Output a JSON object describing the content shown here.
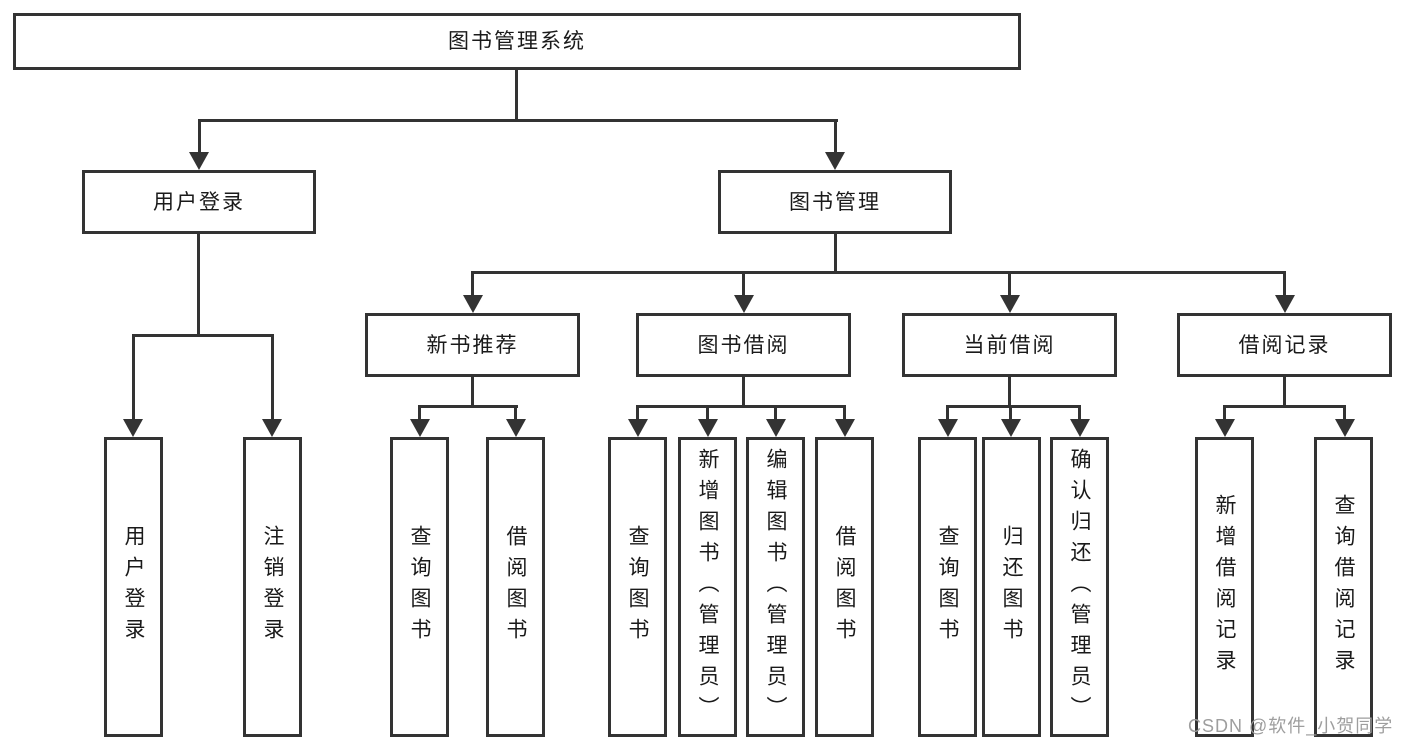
{
  "title": "图书管理系统",
  "branches": [
    {
      "label": "用户登录",
      "children": [
        {
          "label": "用户登录"
        },
        {
          "label": "注销登录"
        }
      ]
    },
    {
      "label": "图书管理",
      "children": [
        {
          "label": "新书推荐",
          "children": [
            {
              "label": "查询图书"
            },
            {
              "label": "借阅图书"
            }
          ]
        },
        {
          "label": "图书借阅",
          "children": [
            {
              "label": "查询图书"
            },
            {
              "label": "新增图书（管理员）"
            },
            {
              "label": "编辑图书（管理员）"
            },
            {
              "label": "借阅图书"
            }
          ]
        },
        {
          "label": "当前借阅",
          "children": [
            {
              "label": "查询图书"
            },
            {
              "label": "归还图书"
            },
            {
              "label": "确认归还（管理员）"
            }
          ]
        },
        {
          "label": "借阅记录",
          "children": [
            {
              "label": "新增借阅记录"
            },
            {
              "label": "查询借阅记录"
            }
          ]
        }
      ]
    }
  ],
  "watermark": {
    "text": "CSDN @软件_小贺同学"
  },
  "colors": {
    "line": "#333333",
    "text": "#1a1a1a",
    "watermark": "#9e9e9e",
    "background": "#ffffff"
  }
}
